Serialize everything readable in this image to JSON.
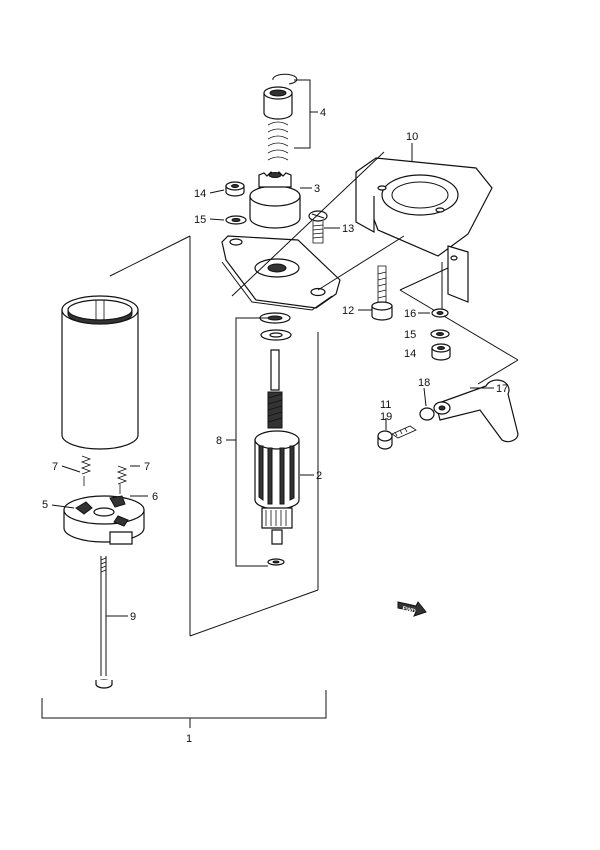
{
  "callouts": {
    "c1": "1",
    "c2": "2",
    "c3": "3",
    "c4": "4",
    "c5": "5",
    "c6": "6",
    "c7a": "7",
    "c7b": "7",
    "c8": "8",
    "c9": "9",
    "c10": "10",
    "c11": "11",
    "c12": "12",
    "c13": "13",
    "c14a": "14",
    "c14b": "14",
    "c15a": "15",
    "c15b": "15",
    "c16": "16",
    "c17": "17",
    "c18": "18",
    "c19": "19"
  },
  "fwd": {
    "label": "FWD"
  }
}
